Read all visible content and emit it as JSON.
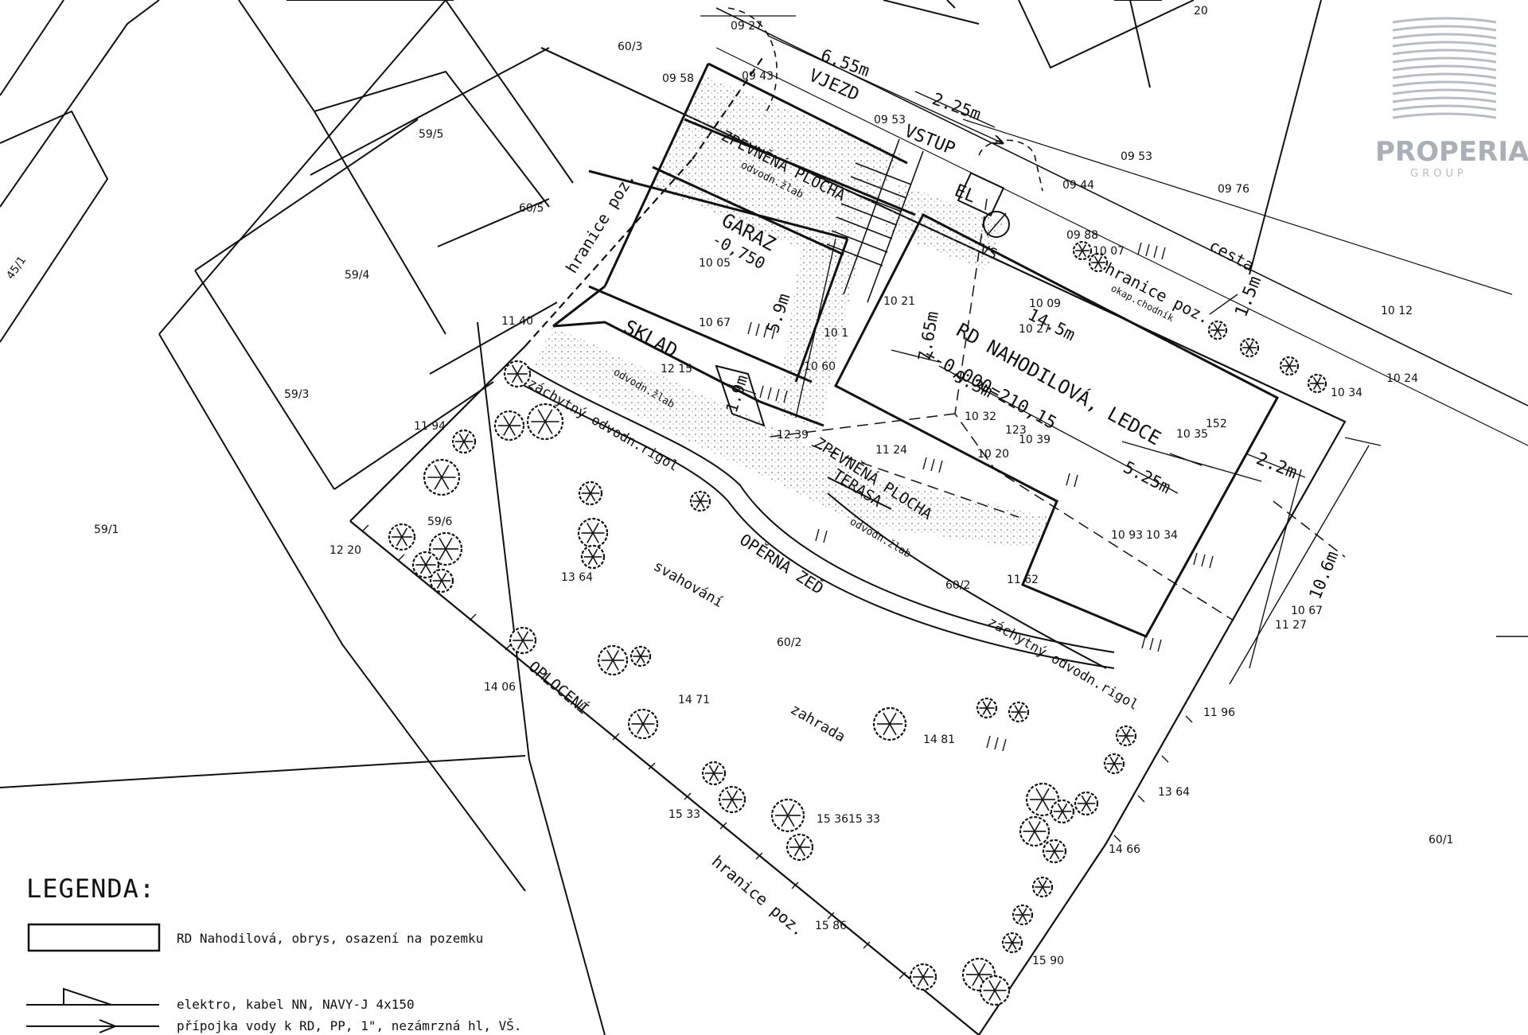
{
  "logo": {
    "name": "PROPERIA",
    "sub": "GROUP"
  },
  "labels": {
    "vjezd": "VJEZD",
    "vstup": "VSTUP",
    "el": "EL",
    "vs": "VS",
    "cesta": "cesta",
    "zpevnena1": "ZPEVNĚNÁ PLOCHA",
    "odvodn_zlab": "odvodn.žlab",
    "garaz": "GARAZ",
    "garaz_level": "-0,750",
    "sklad": "SKLAD",
    "rd1": "RD NAHODILOVÁ, LEDCE",
    "rd2": "+-0,000=210,15",
    "zpevnena2": "ZPEVNĚNÁ PLOCHA",
    "terasa": "TERASA",
    "operna": "OPĚRNÁ ZEĎ",
    "zachytny": "záchytný odvodn.rigol",
    "svahovani": "svahování",
    "zahrada": "zahrada",
    "oploceni": "OPLOCENÍ",
    "hranice": "hranice poz.",
    "okap": "okap.chodník"
  },
  "dims": {
    "d655": "6.55m",
    "d225": "2.25m",
    "d59": "5.9m",
    "d765": "7.65m",
    "d19": "1.9m",
    "d145": "14.5m",
    "d93": "9.3m",
    "d525": "5.25m",
    "d22": "2.2m",
    "d106": "10.6m",
    "d15": "1.5m"
  },
  "parcels": {
    "p60_3": "60/3",
    "p20": "20",
    "p59_5": "59/5",
    "p60_5": "60/5",
    "p45_1": "45/1",
    "p59_4": "59/4",
    "p59_3": "59/3",
    "p59_1": "59/1",
    "p59_6": "59/6",
    "p60_2a": "60/2",
    "p60_2b": "60/2",
    "p60_1": "60/1",
    "p123": "123",
    "p152": "152"
  },
  "points": [
    "09 27",
    "09 58",
    "09 43",
    "09 53",
    "09 53",
    "09 44",
    "09 76",
    "09 88",
    "10 07",
    "10 05",
    "10 67",
    "10 21",
    "10 1",
    "10 60",
    "10 09",
    "10 27",
    "10 12",
    "10 24",
    "10 34",
    "12 15",
    "10 32",
    "10 39",
    "10 35",
    "10 20",
    "11 24",
    "12 39",
    "11 40",
    "11 94",
    "12 20",
    "13 64",
    "10 93",
    "10 34",
    "11 62",
    "10 67",
    "11 27",
    "14 06",
    "14 71",
    "14 81",
    "11 96",
    "13 64",
    "15 33",
    "15 36",
    "15 33",
    "14 66",
    "15 86",
    "15 90"
  ],
  "legend": {
    "title": "LEGENDA:",
    "items": [
      "RD Nahodilová, obrys, osazení na pozemku",
      "elektro, kabel NN, NAVY-J 4x150",
      "přípojka vody k RD, PP, 1\", nezámrzná hl, VŠ."
    ]
  }
}
